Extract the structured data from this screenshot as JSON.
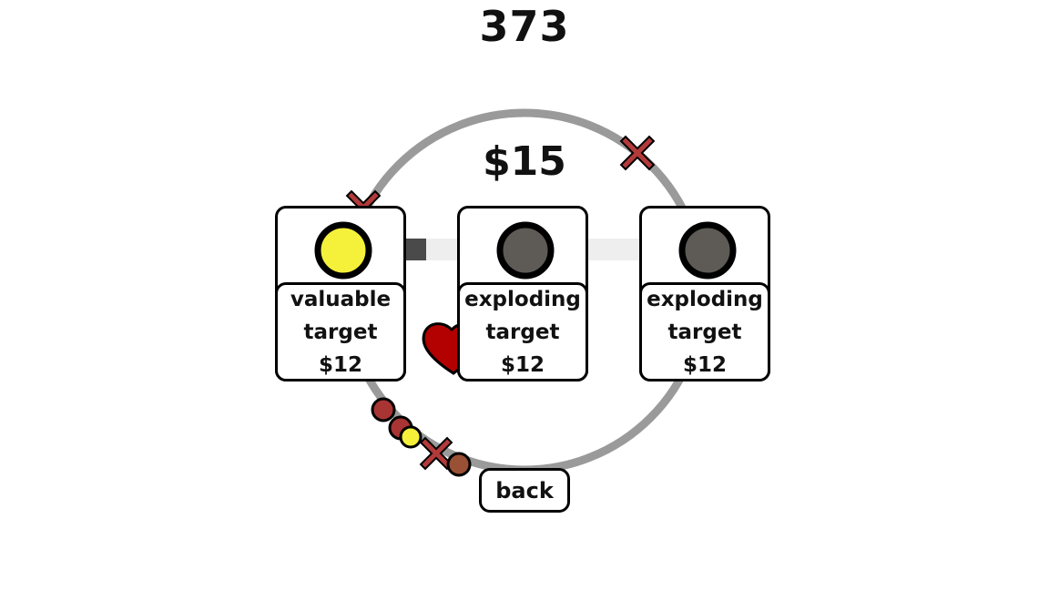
{
  "hud": {
    "score": "373",
    "money": "$15"
  },
  "shop": {
    "items": [
      {
        "line1": "valuable",
        "line2": "target",
        "price": "$12",
        "color": "#f5f03a",
        "icon": "valuable-target-icon"
      },
      {
        "line1": "exploding",
        "line2": "target",
        "price": "$12",
        "color": "#5e5b57",
        "icon": "exploding-target-icon"
      },
      {
        "line1": "exploding",
        "line2": "target",
        "price": "$12",
        "color": "#5e5b57",
        "icon": "exploding-target-icon"
      }
    ],
    "back_label": "back"
  },
  "colors": {
    "ring": "#9a9a9a",
    "marker_red": "#b33a3a",
    "heart": "#b30000",
    "ball_red": "#a83434",
    "ball_yellow": "#f5f03a",
    "ball_brown": "#9a5034"
  }
}
